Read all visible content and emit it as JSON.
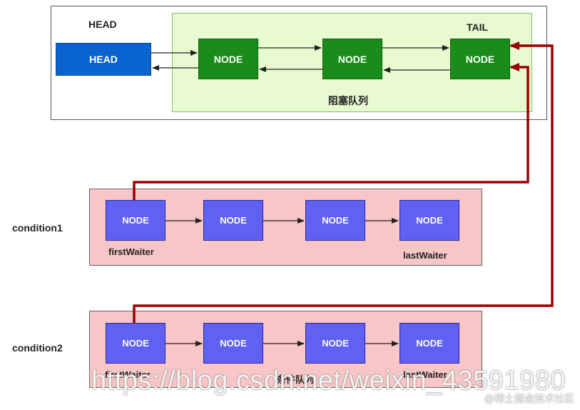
{
  "sync_queue": {
    "head_label": "HEAD",
    "head_node": "HEAD",
    "tail_label": "TAIL",
    "caption": "阻塞队列",
    "nodes": [
      "NODE",
      "NODE",
      "NODE"
    ]
  },
  "condition1": {
    "label": "condition1",
    "nodes": [
      "NODE",
      "NODE",
      "NODE",
      "NODE"
    ],
    "first_label": "firstWaiter",
    "last_label": "lastWaiter"
  },
  "condition2": {
    "label": "condition2",
    "nodes": [
      "NODE",
      "NODE",
      "NODE",
      "NODE"
    ],
    "first_label": "firstWaiter",
    "last_label": "lastWaiter",
    "caption": "条件队列"
  },
  "watermark": "https://blog.csdn.net/weixin_43591980",
  "credit": "@稀土掘金技术社区",
  "colors": {
    "sync_node": "#1a8c1a",
    "head_node": "#0a64cf",
    "condition_node": "#6060f2",
    "sync_area": "#e8fbd0",
    "condition_area": "#f8c6c6",
    "transfer_link": "#9b0000"
  }
}
